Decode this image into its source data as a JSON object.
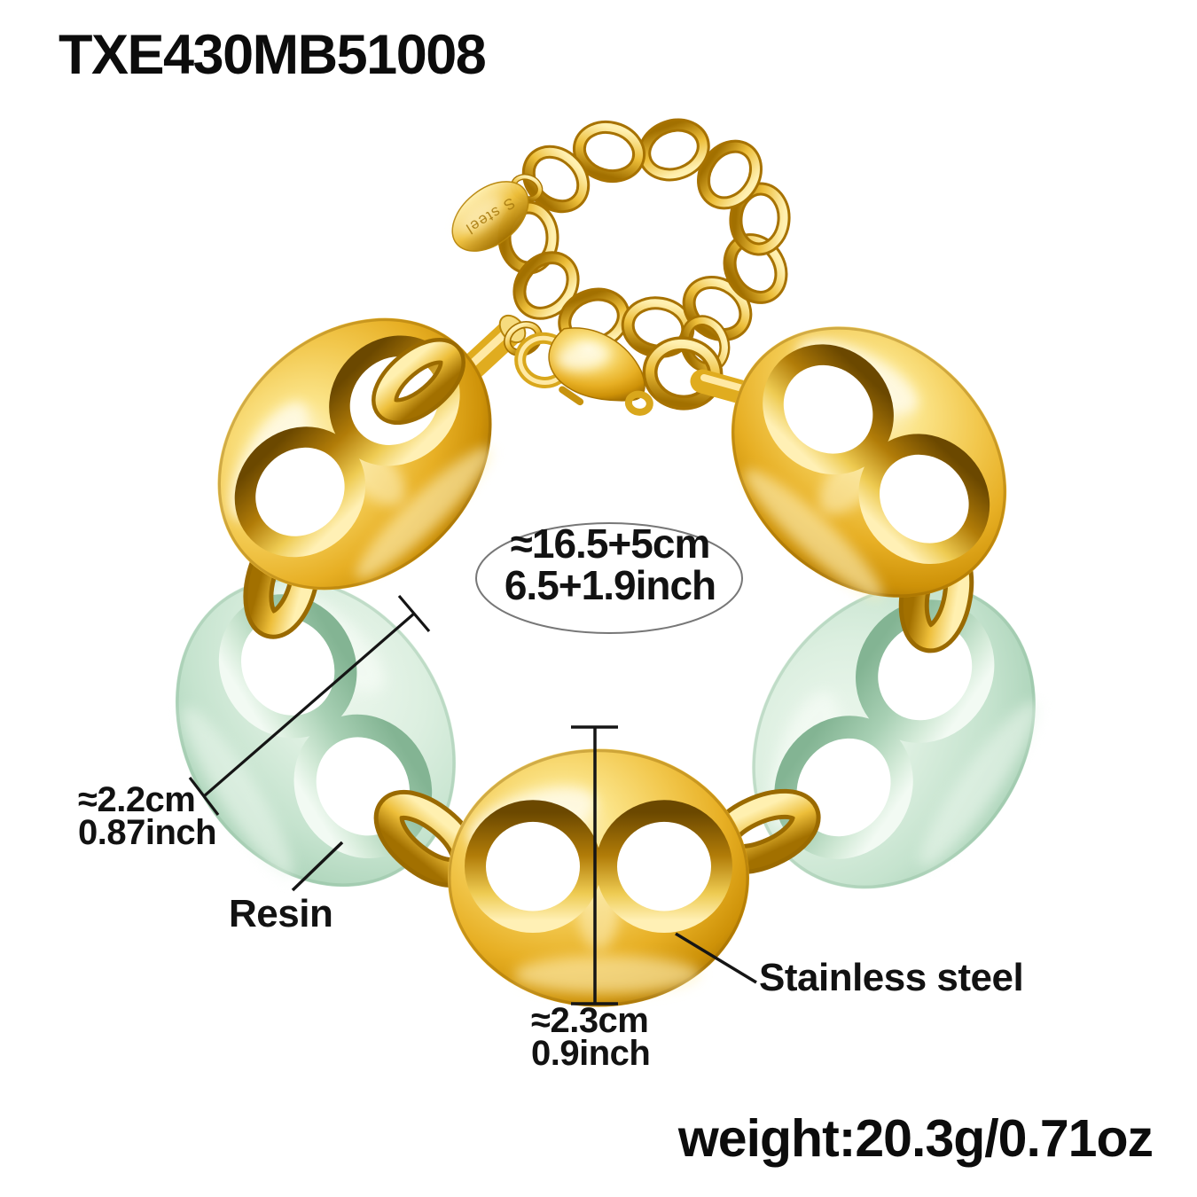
{
  "product": {
    "code": "TXE430MB51008",
    "weight": "weight:20.3g/0.71oz"
  },
  "annotations": {
    "length_cm": "≈16.5+5cm",
    "length_inch": "6.5+1.9inch",
    "width_cm": "≈2.2cm",
    "width_inch": "0.87inch",
    "height_cm": "≈2.3cm",
    "height_inch": "0.9inch",
    "material_resin": "Resin",
    "material_steel": "Stainless steel",
    "tag_engraving": "S steel"
  },
  "colors": {
    "gold": "#E7AF24",
    "resin": "#C5E3CE",
    "annotation_line": "#151515",
    "background": "#FFFFFF"
  }
}
